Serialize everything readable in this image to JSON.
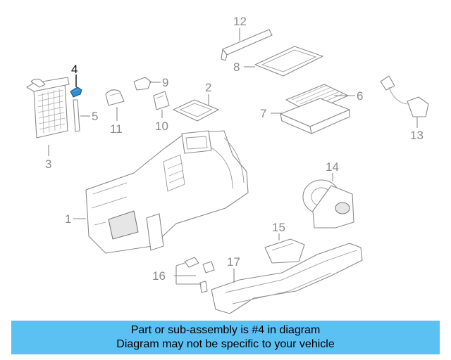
{
  "diagram": {
    "callouts": {
      "c1": "1",
      "c2": "2",
      "c3": "3",
      "c4": "4",
      "c5": "5",
      "c6": "6",
      "c7": "7",
      "c8": "8",
      "c9": "9",
      "c10": "10",
      "c11": "11",
      "c12": "12",
      "c13": "13",
      "c14": "14",
      "c15": "15",
      "c16": "16",
      "c17": "17"
    },
    "highlighted_part": "4",
    "colors": {
      "highlight": "#2e8fd8",
      "banner": "#5bc0f2",
      "line": "#8a8a8a"
    }
  },
  "banner": {
    "line1": "Part or sub-assembly is #4 in diagram",
    "line2": "Diagram may not be specific to your vehicle"
  }
}
